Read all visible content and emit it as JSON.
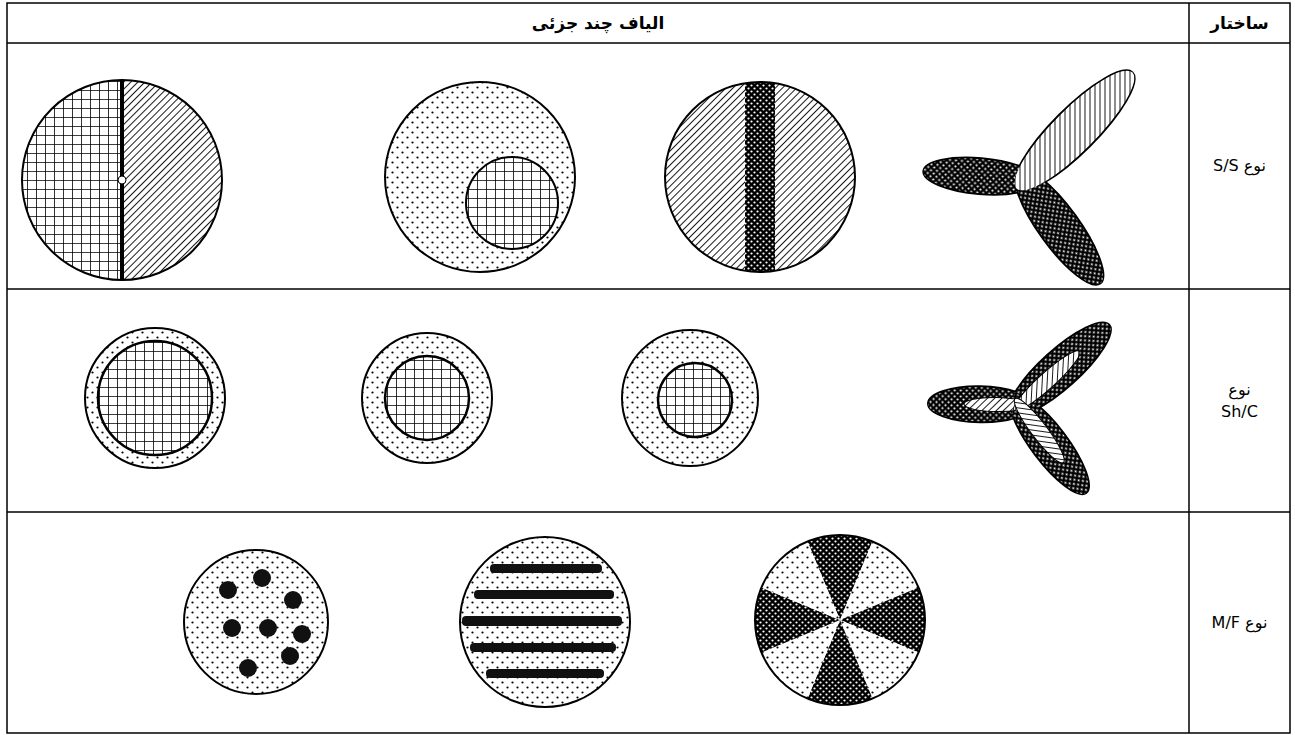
{
  "diagram": {
    "labels": [
      "ساختار",
      "الیاف چند جزئی",
      "نوع S/S",
      "نوع Sh/C",
      "نوع M/F"
    ]
  }
}
